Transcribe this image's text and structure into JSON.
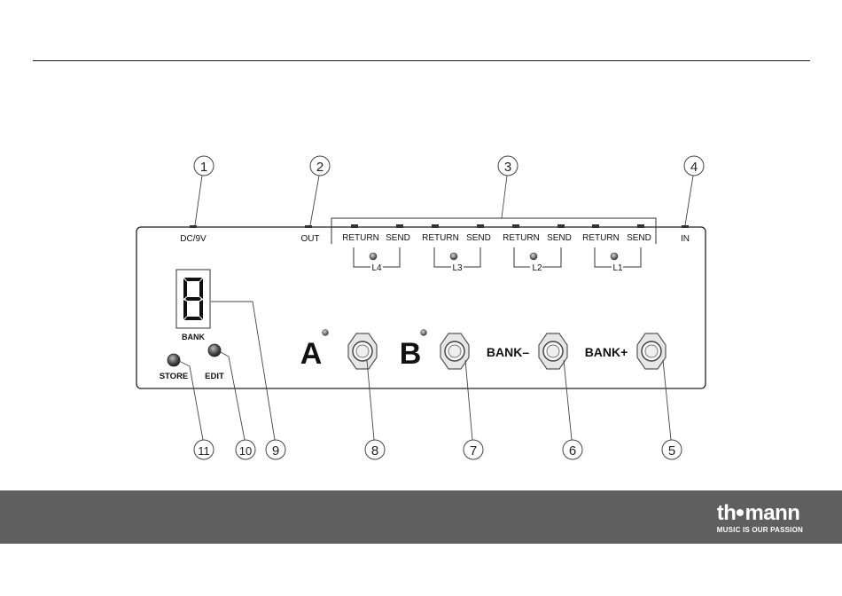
{
  "diagram": {
    "jack_labels": {
      "dc": "DC/9V",
      "out": "OUT",
      "in": "IN",
      "return": "RETURN",
      "send": "SEND"
    },
    "loops": [
      "L4",
      "L3",
      "L2",
      "L1"
    ],
    "display": {
      "digit": "8",
      "label": "BANK"
    },
    "buttons": {
      "store": "STORE",
      "edit": "EDIT"
    },
    "footswitches": {
      "a": "A",
      "b": "B",
      "bank_minus": "BANK–",
      "bank_plus": "BANK+"
    },
    "callouts": {
      "c1": "1",
      "c2": "2",
      "c3": "3",
      "c4": "4",
      "c5": "5",
      "c6": "6",
      "c7": "7",
      "c8": "8",
      "c9": "9",
      "c10": "10",
      "c11": "11"
    }
  },
  "footer": {
    "logo_word_left": "th",
    "logo_word_right": "mann",
    "tagline": "MUSIC IS OUR PASSION",
    "background": "#5f5f5f"
  }
}
